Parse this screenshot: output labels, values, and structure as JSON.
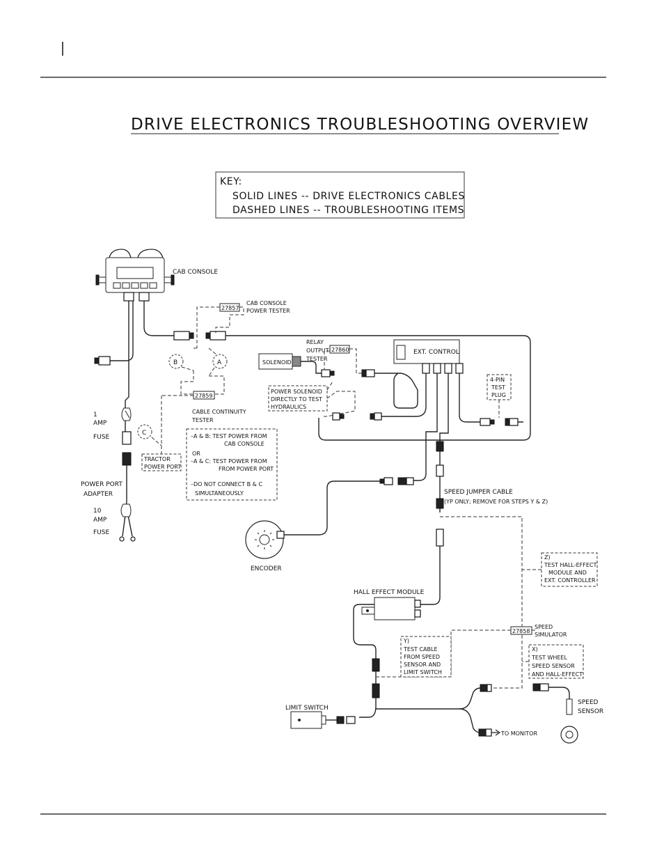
{
  "page": {
    "title": "DRIVE ELECTRONICS TROUBLESHOOTING OVERVIEW"
  },
  "key": {
    "heading": "KEY:",
    "solid": "SOLID LINES -- DRIVE ELECTRONICS CABLES",
    "dashed": "DASHED LINES -- TROUBLESHOOTING ITEMS"
  },
  "labels": {
    "cab_console": "CAB CONSOLE",
    "cab_console_power_tester_num": "27857",
    "cab_console_power_tester_1": "CAB CONSOLE",
    "cab_console_power_tester_2": "POWER TESTER",
    "relay_output_tester_1": "RELAY",
    "relay_output_tester_2": "OUTPUT",
    "relay_output_tester_3": "TESTER",
    "relay_output_tester_num": "27860",
    "solenoid": "SOLENOID",
    "ext_control": "EXT. CONTROL",
    "four_pin_1": "4-PIN",
    "four_pin_2": "TEST",
    "four_pin_3": "PLUG",
    "power_solenoid_1": "POWER SOLENOID",
    "power_solenoid_2": "DIRECTLY TO TEST",
    "power_solenoid_3": "HYDRAULICS",
    "cable_continuity_num": "27859",
    "cable_continuity_1": "CABLE CONTINUITY",
    "cable_continuity_2": "TESTER",
    "callout_a": "A",
    "callout_b": "B",
    "callout_c": "C",
    "fuse1_1": "1",
    "fuse1_2": "AMP",
    "fuse1_3": "FUSE",
    "tractor_power_port_1": "TRACTOR",
    "tractor_power_port_2": "POWER PORT",
    "power_port_adapter_1": "POWER PORT",
    "power_port_adapter_2": "ADAPTER",
    "fuse10_1": "10",
    "fuse10_2": "AMP",
    "fuse10_3": "FUSE",
    "note_ab_1": "–A & B: TEST POWER FROM",
    "note_ab_2": "CAB CONSOLE",
    "note_or": "OR",
    "note_ac_1": "–A & C: TEST POWER FROM",
    "note_ac_2": "FROM POWER PORT",
    "note_dont_1": "–DO NOT CONNECT B & C",
    "note_dont_2": "SIMULTANEOUSLY",
    "speed_jumper_1": "SPEED JUMPER CABLE",
    "speed_jumper_2": "(YP ONLY; REMOVE FOR STEPS Y & Z)",
    "encoder": "ENCODER",
    "z_1": "Z)",
    "z_2": "TEST HALL-EFFECT",
    "z_3": "MODULE AND",
    "z_4": "EXT. CONTROLLER",
    "hall_effect_module": "HALL EFFECT MODULE",
    "speed_simulator_num": "27858",
    "speed_simulator_1": "SPEED",
    "speed_simulator_2": "SIMULATOR",
    "y_1": "Y)",
    "y_2": "TEST CABLE",
    "y_3": "FROM SPEED",
    "y_4": "SENSOR AND",
    "y_5": "LIMIT SWITCH",
    "x_1": "X)",
    "x_2": "TEST WHEEL",
    "x_3": "SPEED SENSOR",
    "x_4": "AND HALL-EFFECT",
    "limit_switch": "LIMIT SWITCH",
    "to_monitor": "TO MONITOR",
    "speed_sensor_1": "SPEED",
    "speed_sensor_2": "SENSOR"
  }
}
